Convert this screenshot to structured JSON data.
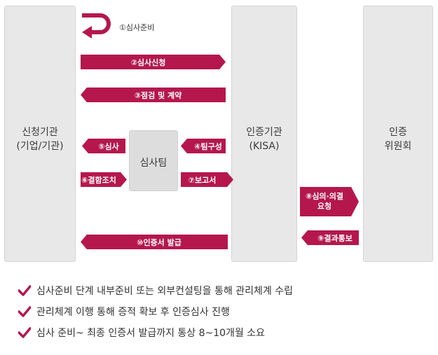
{
  "columns": {
    "applicant": "신청기관\n(기업/기관)",
    "cert_body": "인증기관\n(KISA)",
    "committee": "인증\n위원회"
  },
  "audit_team": "심사팀",
  "steps": {
    "s1": "①심사준비",
    "s2": "②심사신청",
    "s3": "③점검 및 계약",
    "s4": "④팀구성",
    "s5": "⑤심사",
    "s6": "⑥결함조치",
    "s7": "⑦보고서",
    "s8": "⑧심의·의결\n요청",
    "s9": "⑨결과통보",
    "s10": "⑩인증서 발급"
  },
  "notes": [
    "심사준비 단계 내부준비 또는 외부컨설팅을 통해 관리체계 수립",
    "관리체계 이행 통해 증적 확보 후 인증심사 진행",
    "심사 준비~ 최종 인증서 발급까지 통상 8~10개월 소요"
  ],
  "colors": {
    "accent": "#b5174c",
    "column_bg": "#e8e8e8"
  },
  "icons": {
    "loop": "return-arrow-icon",
    "bullet": "checkmark-icon"
  }
}
